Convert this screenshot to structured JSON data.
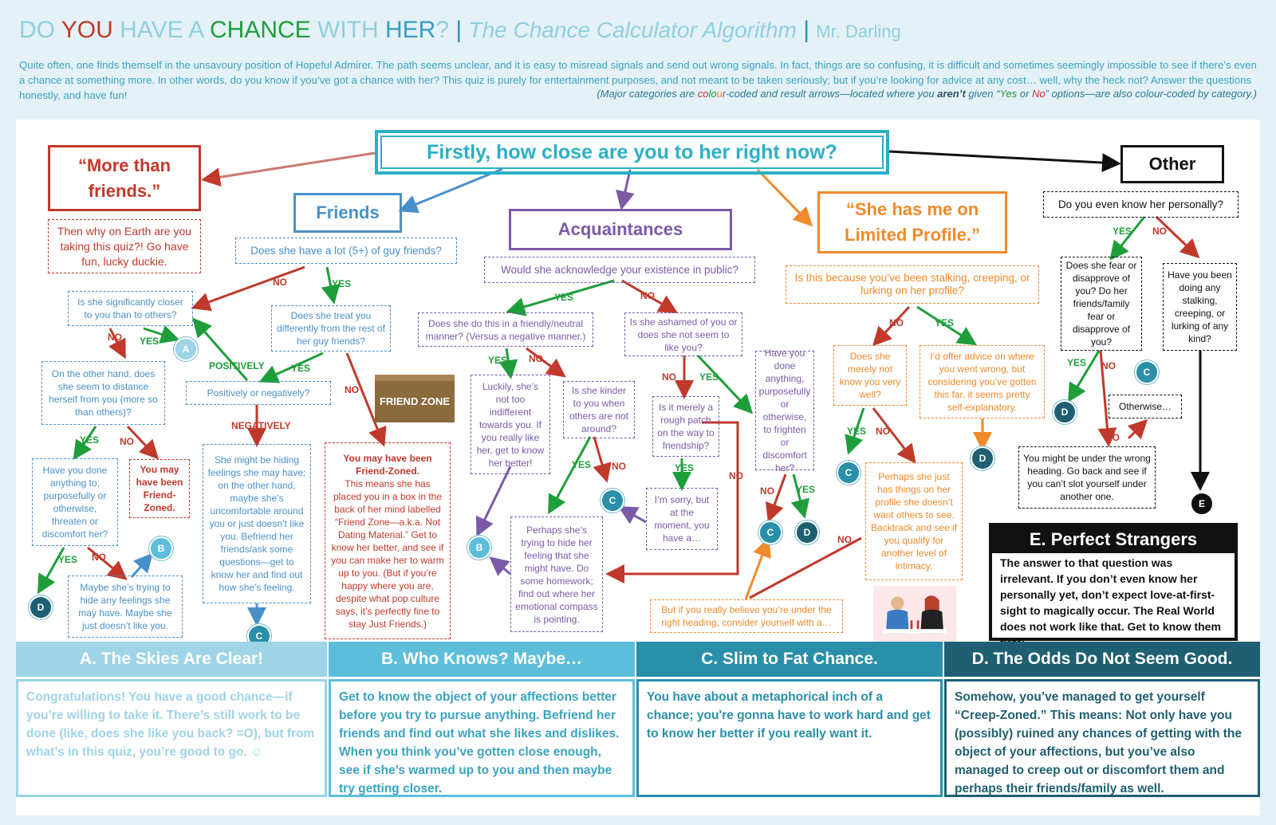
{
  "title": {
    "do": "DO ",
    "you": "YOU",
    "have_a": " HAVE A ",
    "chance": "CHANCE",
    "with": " WITH ",
    "her": "HER",
    "q": "?",
    "sep1": " | ",
    "subtitle": "The Chance Calculator Algorithm",
    "sep2": " | ",
    "author": "Mr. Darling"
  },
  "intro": "Quite often, one finds themself in the unsavoury position of Hopeful Admirer. The path seems unclear, and it is easy to misread signals and send out wrong signals. In fact, things are so confusing, it is difficult and sometimes seemingly impossible to see if there’s even a chance at something more. In other words, do you know if you’ve got a chance with her? This quiz is purely for entertainment purposes, and not meant to be taken seriously; but if you’re looking for advice at any cost… well, why the heck not? Answer the questions honestly, and have fun!",
  "note": {
    "a": "(Major categories are ",
    "c1": "co",
    "c2": "lo",
    "c3": "u",
    "c4": "r",
    "b": "-coded and result arrows—located where you ",
    "arent": "aren’t",
    "c": " given “",
    "yes": "Yes",
    "or": " or ",
    "no": "No",
    "d": "” options—are also colour-coded by category.)"
  },
  "colors": {
    "red": "#c0392b",
    "green": "#1e9e3a",
    "blue": "#4a90c8",
    "purple": "#7b5aa6",
    "orange": "#f08a2a",
    "teal": "#2bb0c6"
  },
  "nodes": {
    "start": "Firstly, how close are you to her right now?",
    "more": "“More than friends.”",
    "more_q": "Then why on Earth are you taking this quiz?! Go have fun, lucky duckie.",
    "friends": "Friends",
    "acq": "Acquaintances",
    "limited": "“She has me on Limited Profile.”",
    "other": "Other",
    "f_q1": "Does she have a lot (5+) of guy friends?",
    "f_closer": "Is she significantly closer to you than to others?",
    "f_treat": "Does she treat you differently from the rest of her guy friends?",
    "f_distance": "On the other hand, does she seem to distance herself from you (more so than others)?",
    "f_posneg": "Positively or negatively?",
    "f_done": "Have you done anything to, purposefully or otherwise, threaten or discomfort her?",
    "f_fz_small": "You may have been Friend-Zoned.",
    "f_hiding": "She might be hiding feelings she may have; on the other hand, maybe she’s uncomfortable around you or just doesn’t like you. Befriend her friends/ask some questions—get to know her and find out how she’s feeling.",
    "f_fz_title": "You may have been Friend-Zoned.",
    "f_fz_body": "This means she has placed you in a box in the back of her mind labelled “Friend Zone—a.k.a. Not Dating Material.” Get to know her better, and see if you can make her to warm up to you. (But if you’re happy where you are, despite what pop culture says, it’s perfectly fine to stay Just Friends.)",
    "f_maybe": "Maybe she’s trying to hide any feelings she may have. Maybe she just doesn’t like you.",
    "friend_zone_box": "FRIEND ZONE",
    "a_q1": "Would she acknowledge your existence in public?",
    "a_friendly": "Does she do this in a friendly/neutral manner? (Versus a negative manner.)",
    "a_ashamed": "Is she ashamed of you or does she not seem to like you?",
    "a_luckily": "Luckily, she’s not too indifferent towards you. If you really like her, get to know her better!",
    "a_kinder": "Is she kinder to you when others are not around?",
    "a_rough": "Is it merely a rough patch on the way to friendship?",
    "a_sorry": "I’m sorry, but at the moment, you have a…",
    "a_trying": "Perhaps she’s trying to hide her feeling that she might have. Do some homework; find out where her emotional compass is pointing.",
    "a_stalk": "Have you done anything, purposefully or otherwise, to frighten or discomfort her?",
    "l_q1": "Is this because you’ve been stalking, creeping, or lurking on her profile?",
    "l_know": "Does she merely not know you very well?",
    "l_advice": "I’d offer advice on where you went wrong, but considering you’ve gotten this far, it seems pretty self-explanatory.",
    "l_perhaps": "Perhaps she just has things on her profile she doesn’t want others to see. Backtrack and see if you qualify for another level of intimacy.",
    "l_believe": "But if you really believe you’re under the right heading, consider yourself with a…",
    "o_q1": "Do you even know her personally?",
    "o_fear": "Does she fear or disapprove of you? Do her friends/family fear or disapprove of you?",
    "o_stalking": "Have you been doing any stalking, creeping, or lurking of any kind?",
    "o_otherwise": "Otherwise…",
    "o_wrong": "You might be under the wrong heading. Go back and see if you can’t slot yourself under another one.",
    "e_title": "E. Perfect Strangers",
    "e_body": "The answer to that question was irrelevant. If you don’t even know her personally yet, don’t expect love-at-first-sight to magically occur. The Real World does not work like that. Get to know them first!"
  },
  "labels": {
    "yes": "YES",
    "no": "NO",
    "positively": "POSITIVELY",
    "negatively": "NEGATIVELY"
  },
  "circles": {
    "a": "A",
    "b": "B",
    "c": "C",
    "d": "D",
    "e": "E"
  },
  "results": [
    {
      "title": "A. The Skies Are Clear!",
      "body": "Congratulations! You have a good chance—if you’re willing to take it. There’s still work to be done (like, does she like you back? =O), but from what’s in this quiz, you’re good to go. ☺"
    },
    {
      "title": "B. Who Knows? Maybe…",
      "body": "Get to know the object of your affections better before you try to pursue anything. Befriend her friends and find out what she likes and dislikes. When you think you’ve gotten close enough, see if she’s warmed up to you and then maybe try getting closer."
    },
    {
      "title": "C. Slim to Fat Chance.",
      "body": "You have about a metaphorical inch of a chance; you're gonna have to work hard and get to know her better if you really want it."
    },
    {
      "title": "D. The Odds Do Not Seem Good.",
      "body": "Somehow, you’ve managed to get yourself “Creep-Zoned.” This means: Not only have you (possibly) ruined any chances of getting with the object of your affections, but you’ve also managed to creep out or discomfort them and perhaps their friends/family as well."
    }
  ]
}
